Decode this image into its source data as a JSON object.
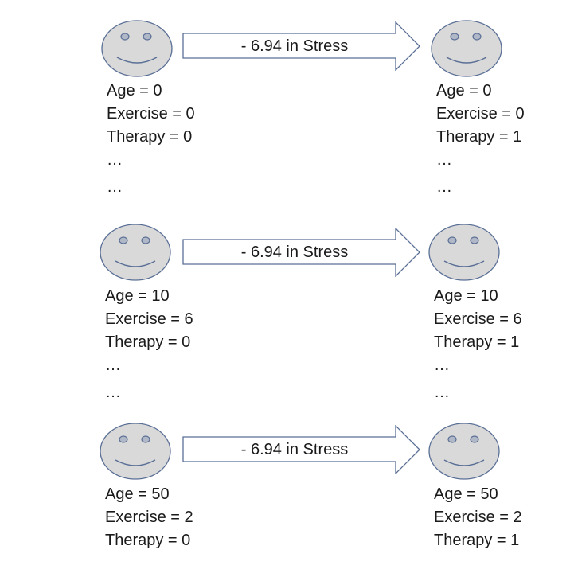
{
  "rows": [
    {
      "arrow_label": "- 6.94 in Stress",
      "left": {
        "age": "Age = 0",
        "exercise": "Exercise = 0",
        "therapy": "Therapy = 0",
        "more1": "…",
        "more2": "…"
      },
      "right": {
        "age": "Age = 0",
        "exercise": "Exercise = 0",
        "therapy": "Therapy = 1",
        "more1": "…",
        "more2": "…"
      }
    },
    {
      "arrow_label": "- 6.94 in Stress",
      "left": {
        "age": "Age = 10",
        "exercise": "Exercise = 6",
        "therapy": "Therapy = 0",
        "more1": "…",
        "more2": "…"
      },
      "right": {
        "age": "Age = 10",
        "exercise": "Exercise = 6",
        "therapy": "Therapy = 1",
        "more1": "…",
        "more2": "…"
      }
    },
    {
      "arrow_label": "- 6.94 in Stress",
      "left": {
        "age": "Age = 50",
        "exercise": "Exercise = 2",
        "therapy": "Therapy = 0"
      },
      "right": {
        "age": "Age = 50",
        "exercise": "Exercise = 2",
        "therapy": "Therapy = 1"
      }
    }
  ],
  "colors": {
    "face_fill": "#d9d9d9",
    "face_stroke": "#5a6f96",
    "arrow_stroke": "#5a6f96",
    "arrow_fill": "#ffffff"
  },
  "icons": {
    "face": "smiley-face-icon",
    "arrow": "right-arrow-icon"
  }
}
